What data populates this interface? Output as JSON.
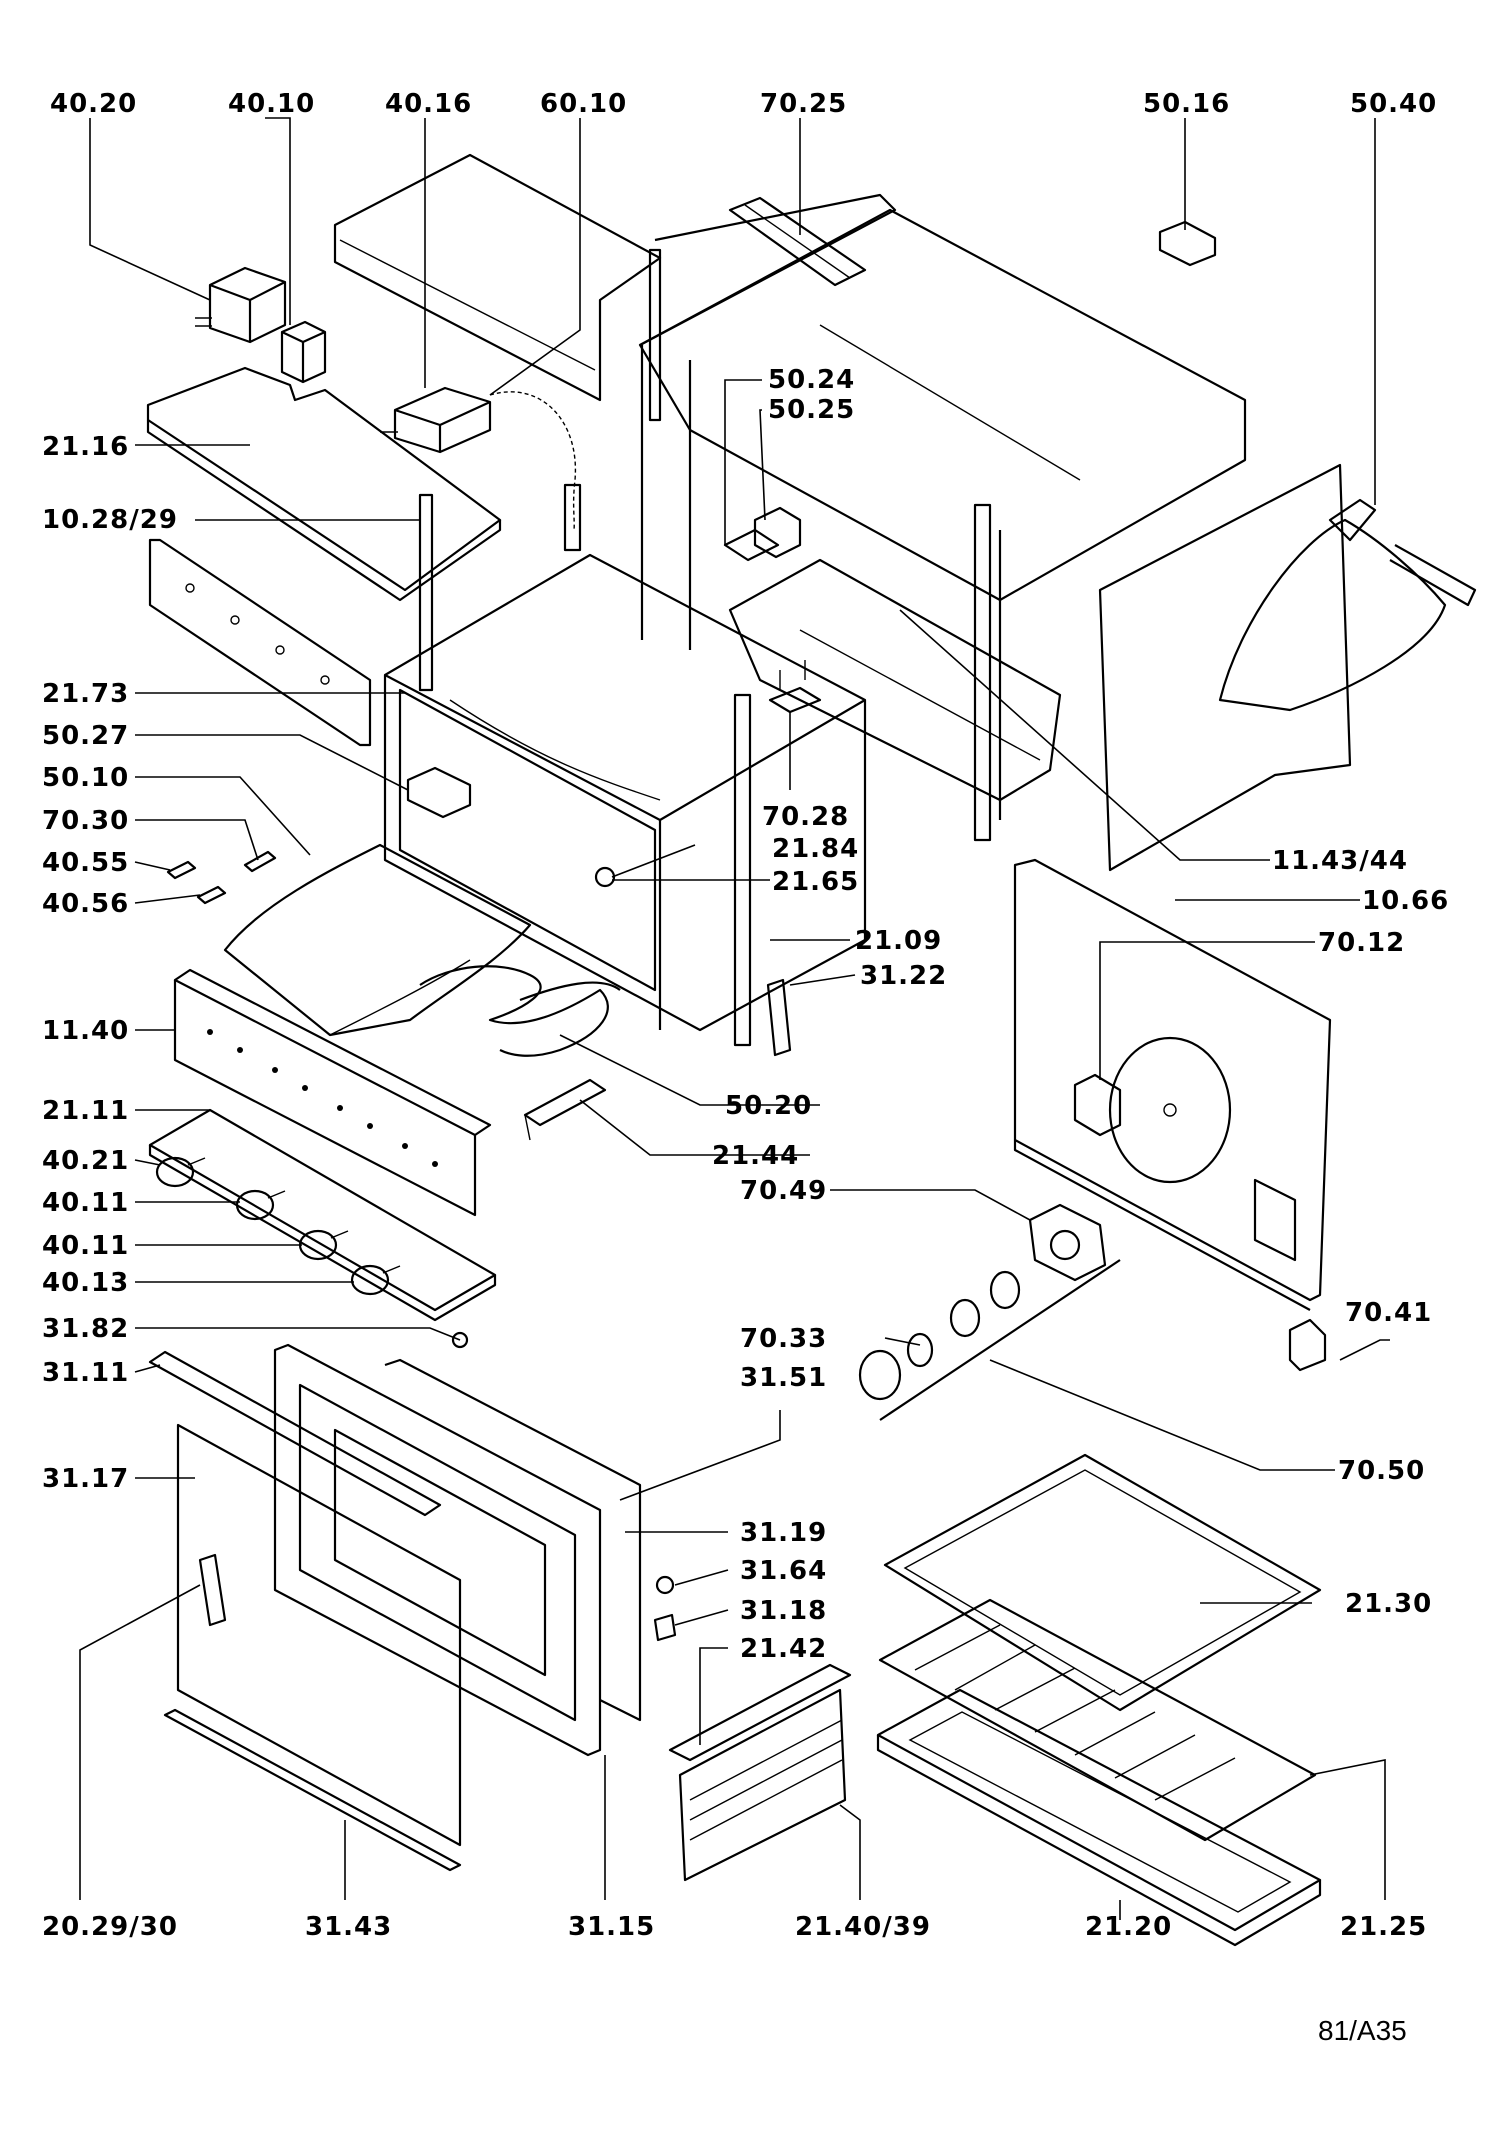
{
  "diagram": {
    "reference": "81/A35",
    "labels": [
      {
        "id": "l01",
        "text": "40.20"
      },
      {
        "id": "l02",
        "text": "40.10"
      },
      {
        "id": "l03",
        "text": "40.16"
      },
      {
        "id": "l04",
        "text": "60.10"
      },
      {
        "id": "l05",
        "text": "70.25"
      },
      {
        "id": "l06",
        "text": "50.16"
      },
      {
        "id": "l07",
        "text": "50.40"
      },
      {
        "id": "l08",
        "text": "50.24"
      },
      {
        "id": "l09",
        "text": "50.25"
      },
      {
        "id": "l10",
        "text": "21.16"
      },
      {
        "id": "l11",
        "text": "10.28/29"
      },
      {
        "id": "l12",
        "text": "21.73"
      },
      {
        "id": "l13",
        "text": "50.27"
      },
      {
        "id": "l14",
        "text": "50.10"
      },
      {
        "id": "l15",
        "text": "70.30"
      },
      {
        "id": "l16",
        "text": "40.55"
      },
      {
        "id": "l17",
        "text": "40.56"
      },
      {
        "id": "l18",
        "text": "70.28"
      },
      {
        "id": "l19",
        "text": "21.84"
      },
      {
        "id": "l20",
        "text": "21.65"
      },
      {
        "id": "l21",
        "text": "21.09"
      },
      {
        "id": "l22",
        "text": "31.22"
      },
      {
        "id": "l23",
        "text": "11.43/44"
      },
      {
        "id": "l24",
        "text": "10.66"
      },
      {
        "id": "l25",
        "text": "70.12"
      },
      {
        "id": "l26",
        "text": "11.40"
      },
      {
        "id": "l27",
        "text": "50.20"
      },
      {
        "id": "l28",
        "text": "21.11"
      },
      {
        "id": "l29",
        "text": "21.44"
      },
      {
        "id": "l30",
        "text": "40.21"
      },
      {
        "id": "l31",
        "text": "40.11"
      },
      {
        "id": "l32",
        "text": "40.11"
      },
      {
        "id": "l33",
        "text": "70.49"
      },
      {
        "id": "l34",
        "text": "40.13"
      },
      {
        "id": "l35",
        "text": "31.82"
      },
      {
        "id": "l36",
        "text": "70.33"
      },
      {
        "id": "l37",
        "text": "70.41"
      },
      {
        "id": "l38",
        "text": "31.11"
      },
      {
        "id": "l39",
        "text": "31.51"
      },
      {
        "id": "l40",
        "text": "31.17"
      },
      {
        "id": "l41",
        "text": "70.50"
      },
      {
        "id": "l42",
        "text": "31.19"
      },
      {
        "id": "l43",
        "text": "31.64"
      },
      {
        "id": "l44",
        "text": "21.30"
      },
      {
        "id": "l45",
        "text": "31.18"
      },
      {
        "id": "l46",
        "text": "21.42"
      },
      {
        "id": "l47",
        "text": "20.29/30"
      },
      {
        "id": "l48",
        "text": "31.43"
      },
      {
        "id": "l49",
        "text": "31.15"
      },
      {
        "id": "l50",
        "text": "21.40/39"
      },
      {
        "id": "l51",
        "text": "21.20"
      },
      {
        "id": "l52",
        "text": "21.25"
      }
    ]
  }
}
